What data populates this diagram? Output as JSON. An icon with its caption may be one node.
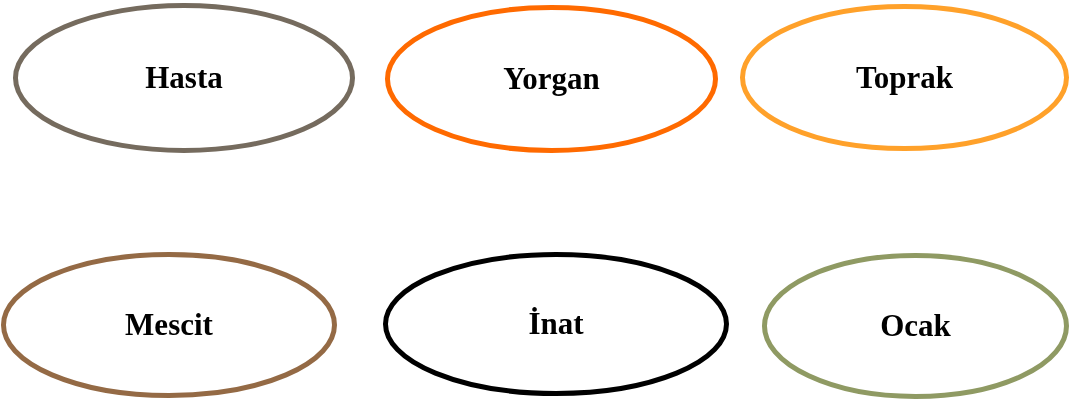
{
  "diagram": {
    "nodes": [
      {
        "text": [
          "Hasta"
        ]
      },
      {
        "text": [
          "Yorgan"
        ]
      },
      {
        "text": [
          "Toprak"
        ]
      },
      {
        "text": [
          "Mescit"
        ]
      },
      {
        "text": [
          "İnat"
        ]
      },
      {
        "text": [
          "Ocak"
        ]
      }
    ]
  }
}
